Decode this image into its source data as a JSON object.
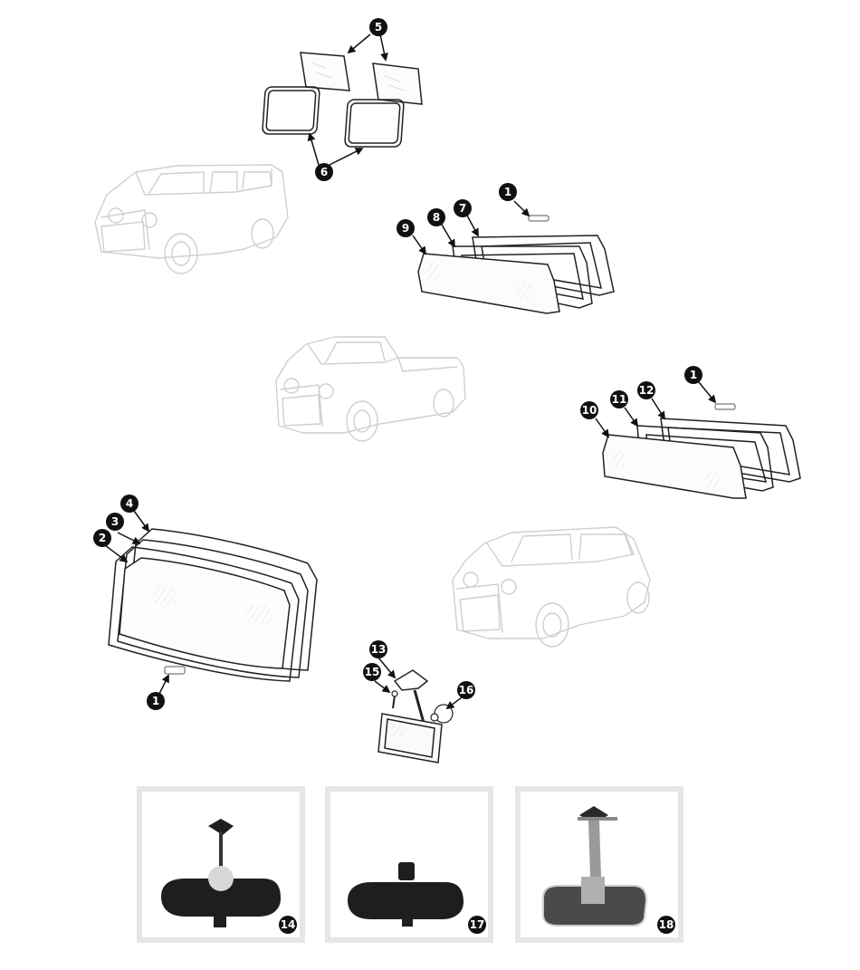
{
  "callouts": [
    {
      "id": "c5",
      "label": "5"
    },
    {
      "id": "c6",
      "label": "6"
    },
    {
      "id": "c1a",
      "label": "1"
    },
    {
      "id": "c7",
      "label": "7"
    },
    {
      "id": "c8",
      "label": "8"
    },
    {
      "id": "c9",
      "label": "9"
    },
    {
      "id": "c1b",
      "label": "1"
    },
    {
      "id": "c12",
      "label": "12"
    },
    {
      "id": "c11",
      "label": "11"
    },
    {
      "id": "c10",
      "label": "10"
    },
    {
      "id": "c4",
      "label": "4"
    },
    {
      "id": "c3",
      "label": "3"
    },
    {
      "id": "c2",
      "label": "2"
    },
    {
      "id": "c1c",
      "label": "1"
    },
    {
      "id": "c13",
      "label": "13"
    },
    {
      "id": "c15",
      "label": "15"
    },
    {
      "id": "c16",
      "label": "16"
    },
    {
      "id": "c14",
      "label": "14"
    },
    {
      "id": "c17",
      "label": "17"
    },
    {
      "id": "c18",
      "label": "18"
    }
  ],
  "colors": {
    "callout_fill": "#111111",
    "callout_text": "#ffffff",
    "car_outline": "#cfcfcf",
    "thumbnail_border": "#e6e6e6",
    "mirror_black": "#1e1e1e"
  }
}
